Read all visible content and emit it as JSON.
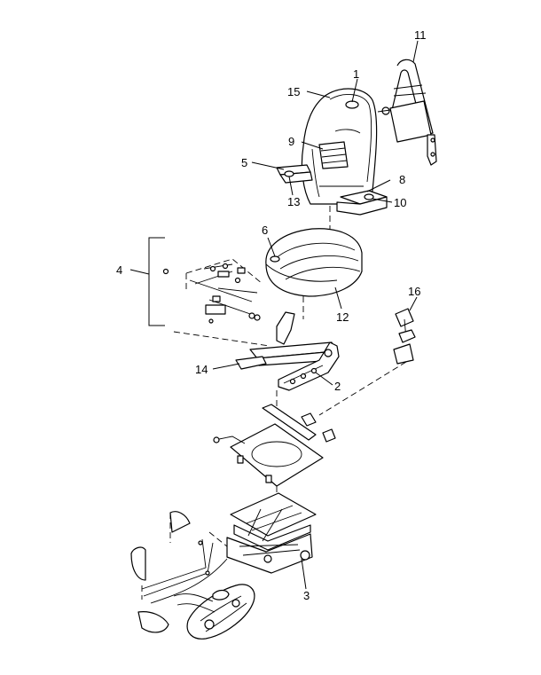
{
  "callouts": {
    "c1": "1",
    "c2": "2",
    "c3": "3",
    "c4": "4",
    "c5": "5",
    "c6": "6",
    "c8": "8",
    "c9": "9",
    "c10": "10",
    "c11": "11",
    "c12": "12",
    "c13": "13",
    "c14": "14",
    "c15": "15",
    "c16": "16"
  }
}
